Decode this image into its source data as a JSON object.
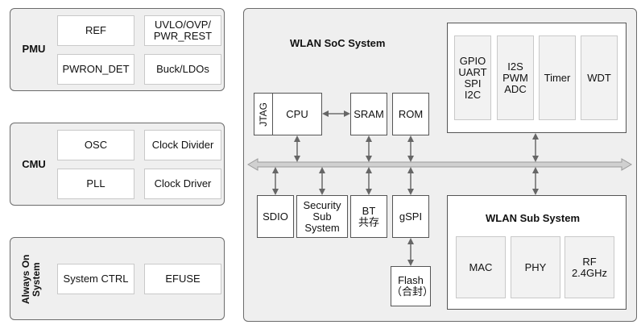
{
  "pmu": {
    "label": "PMU",
    "blocks": [
      "REF",
      "UVLO/OVP/\nPWR_REST",
      "PWRON_DET",
      "Buck/LDOs"
    ]
  },
  "cmu": {
    "label": "CMU",
    "blocks": [
      "OSC",
      "Clock Divider",
      "PLL",
      "Clock Driver"
    ]
  },
  "always_on": {
    "label": "Always On\nSystem",
    "blocks": [
      "System CTRL",
      "EFUSE"
    ]
  },
  "wlan_soc": {
    "title": "WLAN SoC System",
    "jtag": "JTAG",
    "cpu": "CPU",
    "sram": "SRAM",
    "rom": "ROM",
    "peripherals": [
      "GPIO\nUART\nSPI\nI2C",
      "I2S\nPWM\nADC",
      "Timer",
      "WDT"
    ],
    "sdio": "SDIO",
    "security": "Security\nSub\nSystem",
    "bt": "BT\n共存",
    "gspi": "gSPI",
    "flash": "Flash\n（合封）",
    "sub_system": {
      "title": "WLAN Sub System",
      "blocks": [
        "MAC",
        "PHY",
        "RF\n2.4GHz"
      ]
    }
  }
}
